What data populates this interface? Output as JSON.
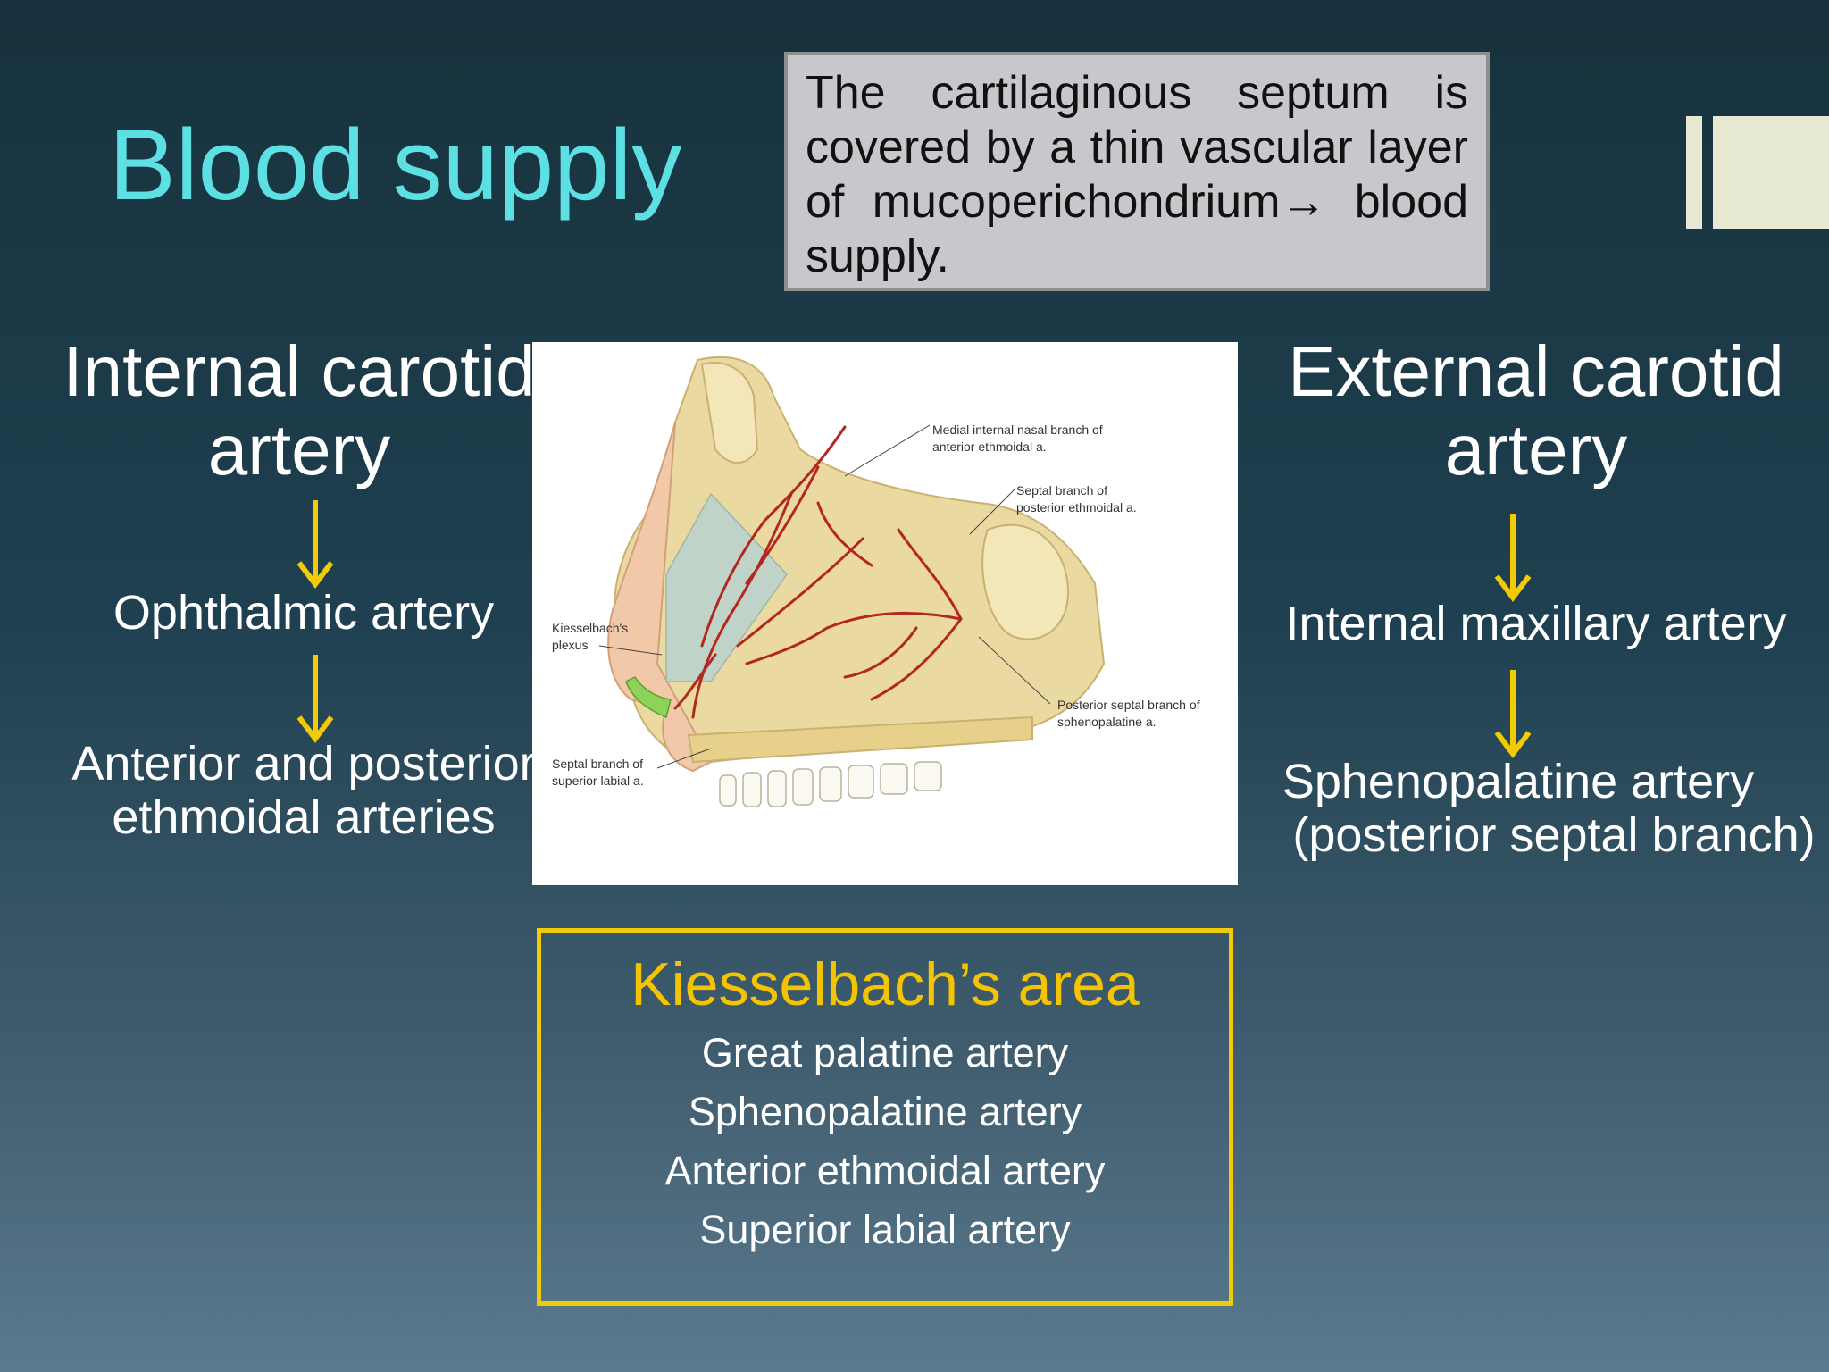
{
  "slide": {
    "title": "Blood supply",
    "note": "The cartilaginous septum is covered by a thin vascular layer of mucoperichondrium→ blood supply.",
    "internal_carotid": {
      "heading": "Internal carotid artery",
      "steps": [
        "Ophthalmic artery",
        "Anterior and posterior ethmoidal arteries"
      ]
    },
    "external_carotid": {
      "heading": "External carotid artery",
      "steps": [
        "Internal maxillary artery",
        "Sphenopalatine artery",
        "(posterior septal branch)"
      ]
    },
    "figure_labels": {
      "medial_internal_1": "Medial internal nasal branch of",
      "medial_internal_2": "anterior ethmoidal a.",
      "septal_post_1": "Septal branch of",
      "septal_post_2": "posterior ethmoidal a.",
      "kiesselbach_1": "Kiesselbach's",
      "kiesselbach_2": "plexus",
      "post_septal_1": "Posterior septal branch of",
      "post_septal_2": "sphenopalatine a.",
      "septal_labial_1": "Septal branch of",
      "septal_labial_2": "superior labial a."
    },
    "kiesselbach": {
      "title": "Kiesselbach’s area",
      "items": [
        "Great palatine artery",
        "Sphenopalatine artery",
        "Anterior ethmoidal artery",
        "Superior labial artery"
      ]
    },
    "colors": {
      "title": "#5ce0e4",
      "arrow": "#f2cb05",
      "box_border": "#f2cb05",
      "kiesselbach_title": "#f5c400"
    }
  }
}
